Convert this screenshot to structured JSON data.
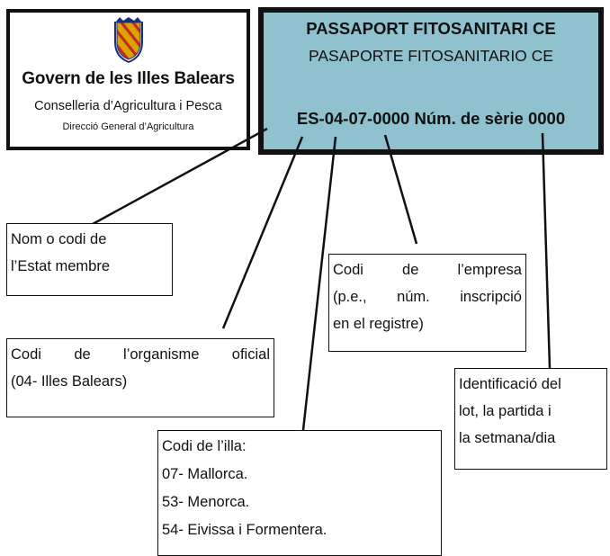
{
  "header": {
    "org_name": "Govern de les Illes Balears",
    "department": "Conselleria d’Agricultura i Pesca",
    "sub_department": "Direcció General d’Agricultura"
  },
  "passport": {
    "title": "PASSAPORT FITOSANITARI CE",
    "subtitle": "PASAPORTE FITOSANITARIO CE",
    "code": "ES-04-07-0000 Núm. de sèrie 0000",
    "background_color": "#8fc1cf"
  },
  "notes": {
    "member_state": [
      "Nom o codi de",
      "l’Estat membre"
    ],
    "company": {
      "line1_words": [
        "Codi",
        "de",
        "l’empresa"
      ],
      "line2_words": [
        "(p.e.,",
        "núm.",
        "inscripció"
      ],
      "line3": "en el registre)"
    },
    "official_body": {
      "line1_words": [
        "Codi",
        "de",
        "l’organisme",
        "oficial"
      ],
      "line2": "(04- Illes Balears)"
    },
    "lot": [
      "Identificació del",
      "lot, la partida i",
      "la setmana/dia"
    ],
    "island": [
      "Codi de l’illa:",
      "07- Mallorca.",
      "53- Menorca.",
      "54- Eivissa i Formentera."
    ]
  },
  "crest": {
    "colors": [
      "#d9a400",
      "#c62828",
      "#1c2f7a"
    ],
    "icon": "balearic-crest-icon"
  }
}
